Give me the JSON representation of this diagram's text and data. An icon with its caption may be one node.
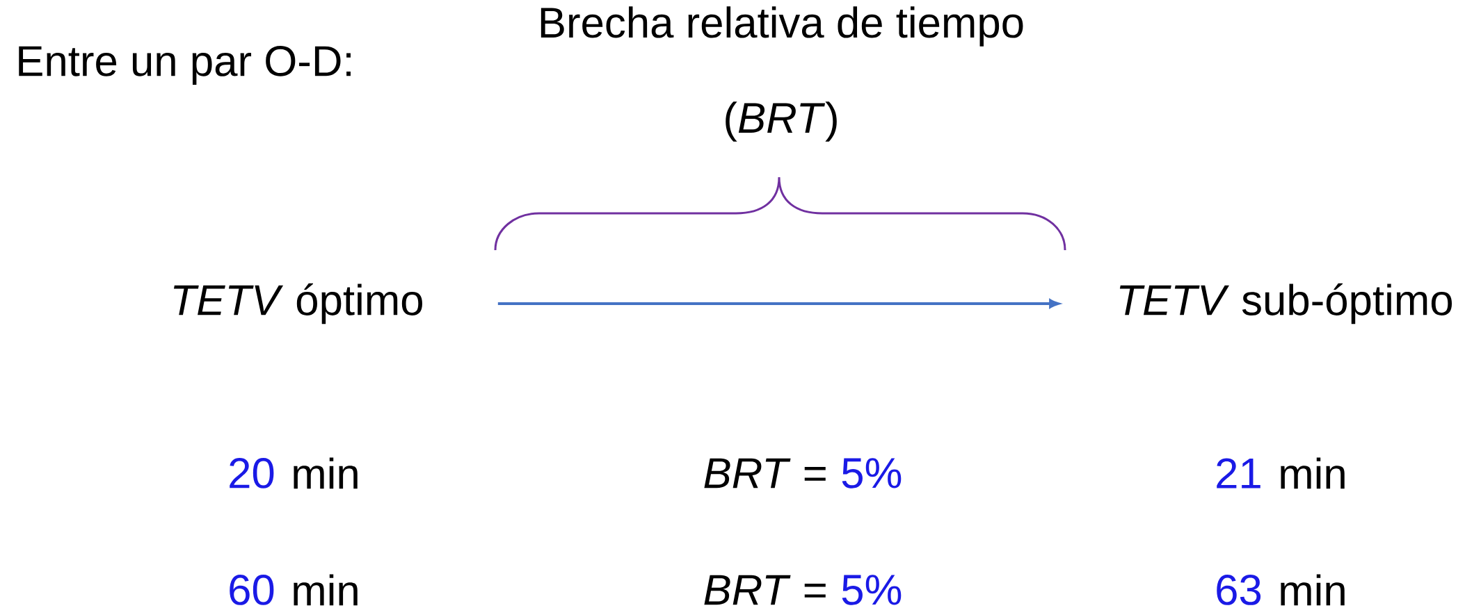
{
  "diagram": {
    "nodes": [
      {
        "text": [
          "*TETV* óptimo"
        ]
      },
      {
        "text": [
          "*TETV* sub-óptimo"
        ]
      }
    ],
    "edges": [
      {
        "from": 0,
        "to": 1,
        "arrow": "to"
      }
    ],
    "labels": [
      "Entre un par O-D:",
      "Brecha relativa de tiempo",
      "(*BRT*)",
      "20",
      "min",
      "*BRT* =",
      "5%",
      "21",
      "min",
      "60",
      "min",
      "*BRT* =",
      "5%",
      "63",
      "min"
    ]
  }
}
